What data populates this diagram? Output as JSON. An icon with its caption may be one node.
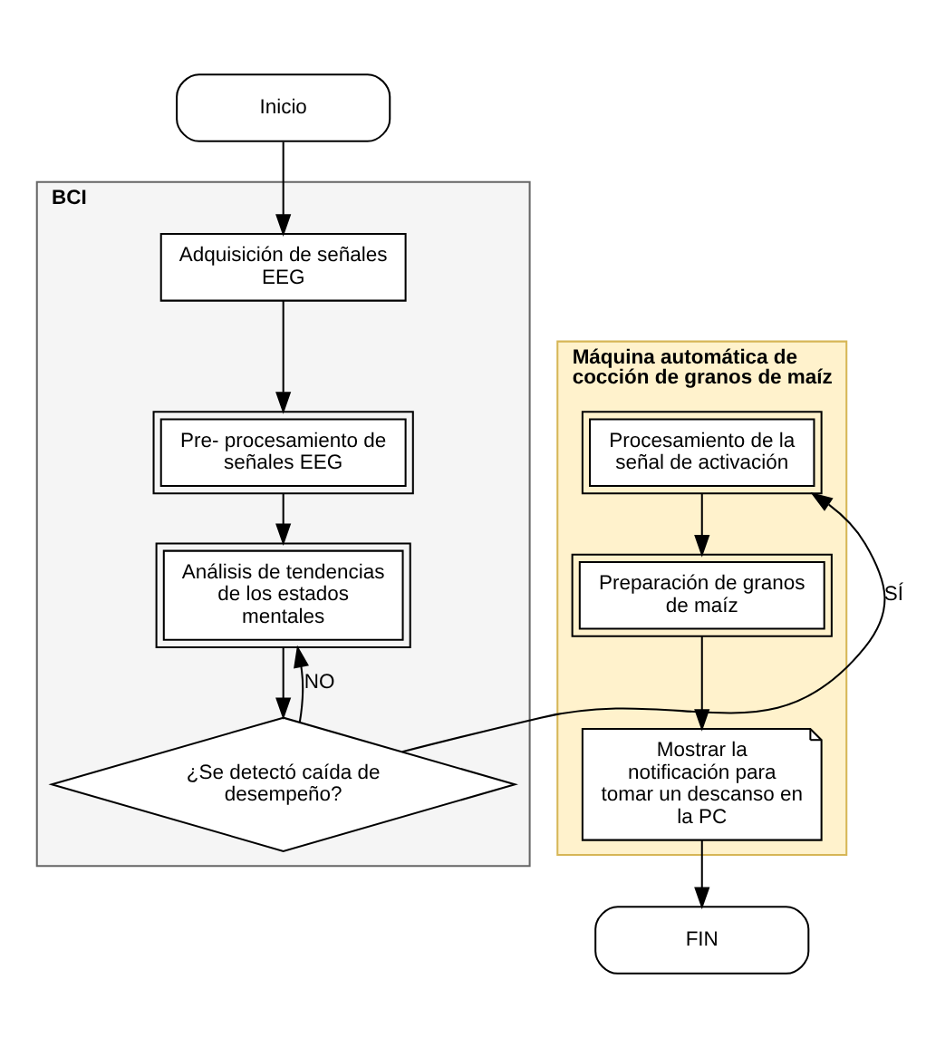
{
  "diagram": {
    "nodes": [
      {
        "text": [
          "Inicio"
        ]
      },
      {
        "text": [
          "BCI"
        ]
      },
      {
        "text": [
          "Adquisición de señales EEG"
        ],
        "in": 1
      },
      {
        "text": [
          "Pre- procesamiento de señales EEG"
        ],
        "in": 1
      },
      {
        "text": [
          "Análisis de tendencias de los estados mentales"
        ],
        "in": 1
      },
      {
        "text": [
          "¿Se detectó caída de desempeño?"
        ],
        "in": 1
      },
      {
        "text": [
          "Máquina automática de cocción de granos de maíz"
        ]
      },
      {
        "text": [
          "Procesamiento de la señal de activación"
        ],
        "in": 6
      },
      {
        "text": [
          "Preparación de granos de maíz"
        ],
        "in": 6
      },
      {
        "text": [
          "Mostrar la notificación para tomar un descanso en la PC"
        ],
        "in": 6
      },
      {
        "text": [
          "FIN"
        ]
      }
    ],
    "edges": [
      {
        "from": 0,
        "to": 2,
        "arrow": "to"
      },
      {
        "from": 2,
        "to": 3,
        "arrow": "to"
      },
      {
        "from": 3,
        "to": 4,
        "arrow": "to"
      },
      {
        "from": 4,
        "to": 5,
        "arrow": "to"
      },
      {
        "from": 5,
        "to": 4,
        "arrow": "to",
        "label": "NO"
      },
      {
        "from": 5,
        "to": 7,
        "arrow": "to",
        "label": "SÍ"
      },
      {
        "from": 7,
        "to": 8,
        "arrow": "to"
      },
      {
        "from": 8,
        "to": 9,
        "arrow": "to"
      },
      {
        "from": 9,
        "to": 10,
        "arrow": "to"
      }
    ]
  }
}
